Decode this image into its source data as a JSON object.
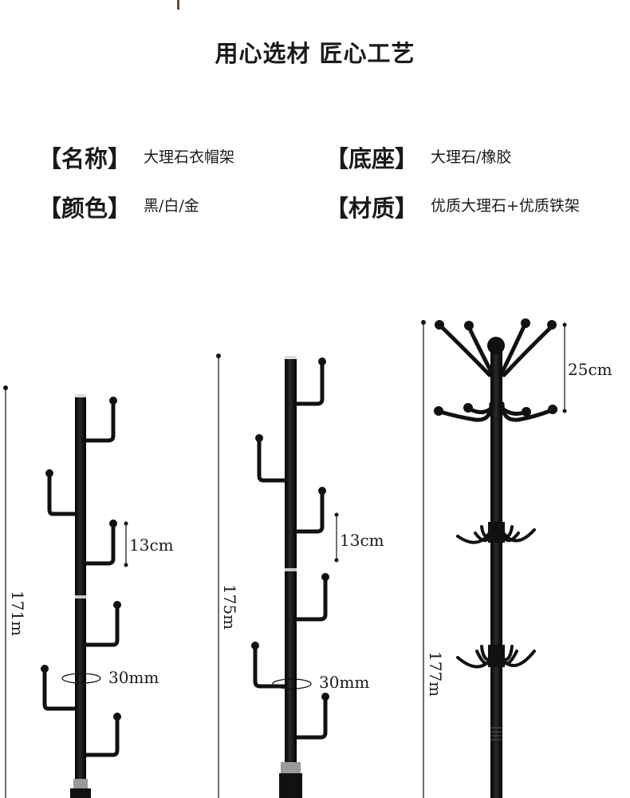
{
  "headline": "用心选材 匠心工艺",
  "specs": {
    "name": {
      "label": "【名称】",
      "value": "大理石衣帽架"
    },
    "color": {
      "label": "【颜色】",
      "value": "黑/白/金"
    },
    "base": {
      "label": "【底座】",
      "value": "大理石/橡胶"
    },
    "material": {
      "label": "【材质】",
      "value": "优质大理石+优质铁架"
    }
  },
  "racks": [
    {
      "height_label": "171m",
      "hook_spacing": "13cm",
      "pole_diameter": "30mm"
    },
    {
      "height_label": "175m",
      "hook_spacing": "13cm",
      "pole_diameter": "30mm"
    },
    {
      "height_label": "177m",
      "top_spacing": "25cm"
    }
  ],
  "colors": {
    "accent_line": "#6b4a36",
    "rack": "#111111",
    "text": "#1a1a1a"
  }
}
